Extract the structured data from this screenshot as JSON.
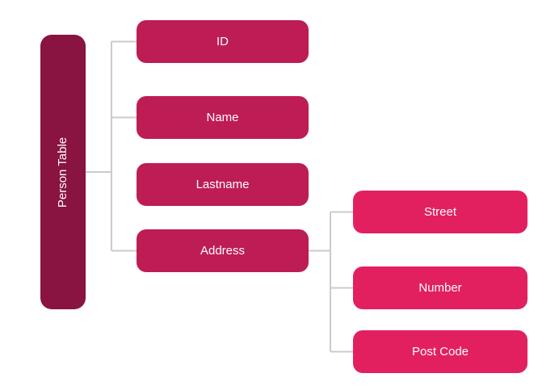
{
  "diagram": {
    "type": "mindmap-tree",
    "root": {
      "label": "Person Table"
    },
    "children": [
      {
        "label": "ID"
      },
      {
        "label": "Name"
      },
      {
        "label": "Lastname"
      },
      {
        "label": "Address",
        "children": [
          {
            "label": "Street"
          },
          {
            "label": "Number"
          },
          {
            "label": "Post Code"
          }
        ]
      }
    ],
    "colors": {
      "root": "#891341",
      "level2": "#BE1C55",
      "level3": "#E3205F",
      "connector": "#CBCBCB",
      "text": "#FFFFFF",
      "background": "#FFFFFF"
    }
  }
}
